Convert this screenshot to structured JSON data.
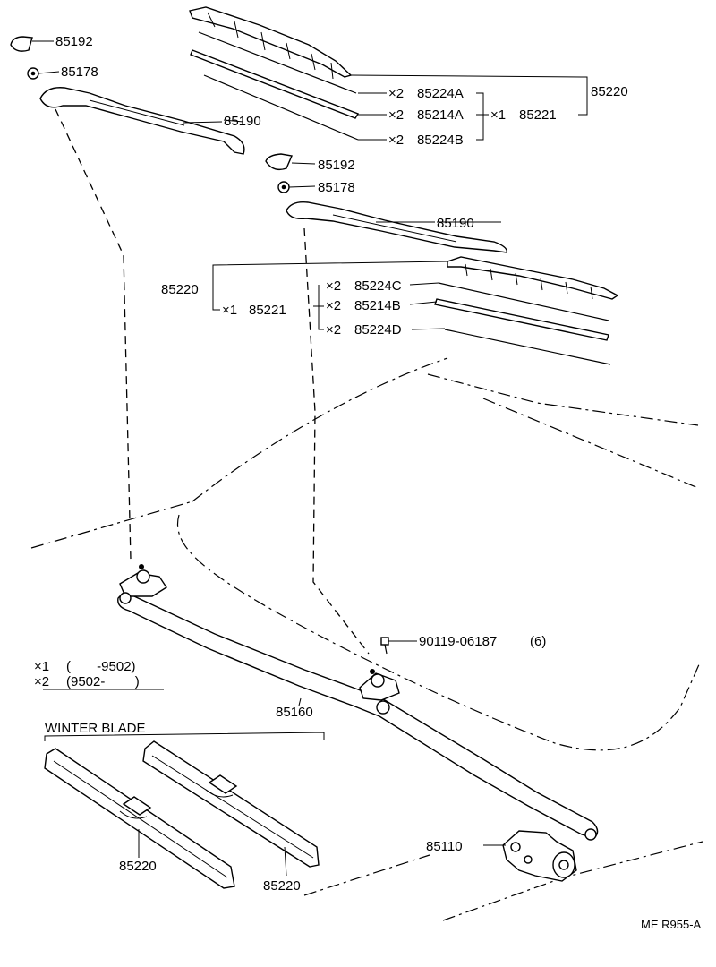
{
  "parts": {
    "cap_left": "85192",
    "nut_left": "85178",
    "arm_left": "85190",
    "cap_right": "85192",
    "nut_right": "85178",
    "arm_right": "85190",
    "blade_top": "85220",
    "rubber_top_a": "85224A",
    "insert_top": "85214A",
    "rubber_top_b": "85224B",
    "blade_assy_top": "85221",
    "blade_mid": "85220",
    "blade_assy_mid": "85221",
    "rubber_mid_c": "85224C",
    "insert_mid": "85214B",
    "rubber_mid_d": "85224D",
    "bolt": "90119-06187",
    "bolt_qty": "(6)",
    "link": "85160",
    "motor": "85110",
    "winter_blade_1": "85220",
    "winter_blade_2": "85220"
  },
  "marks": {
    "m1": "×1",
    "m2": "×2"
  },
  "legend": {
    "row1_mark": "×1",
    "row1_range": "(       -9502)",
    "row2_mark": "×2",
    "row2_range": "(9502-        )"
  },
  "winter_blade_label": "WINTER BLADE",
  "ref_code": "ME R955-A"
}
